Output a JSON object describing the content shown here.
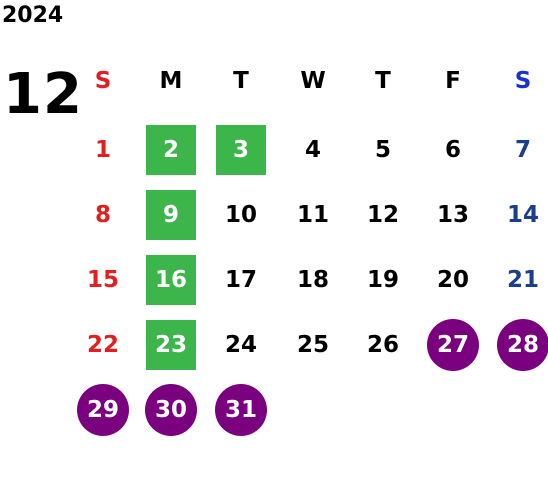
{
  "calendar": {
    "year": "2024",
    "month": "12",
    "weekdays": [
      {
        "label": "S",
        "color": "#e02020"
      },
      {
        "label": "M",
        "color": "#000000"
      },
      {
        "label": "T",
        "color": "#000000"
      },
      {
        "label": "W",
        "color": "#000000"
      },
      {
        "label": "T",
        "color": "#000000"
      },
      {
        "label": "F",
        "color": "#000000"
      },
      {
        "label": "S",
        "color": "#1a33cc"
      }
    ],
    "highlight_colors": {
      "green": "#3cb54a",
      "purple": "#7a0080"
    },
    "weeks": [
      [
        {
          "d": "1",
          "s": "sun"
        },
        {
          "d": "2",
          "s": "green"
        },
        {
          "d": "3",
          "s": "green"
        },
        {
          "d": "4"
        },
        {
          "d": "5"
        },
        {
          "d": "6"
        },
        {
          "d": "7",
          "s": "sat"
        }
      ],
      [
        {
          "d": "8",
          "s": "sun"
        },
        {
          "d": "9",
          "s": "green"
        },
        {
          "d": "10"
        },
        {
          "d": "11"
        },
        {
          "d": "12"
        },
        {
          "d": "13"
        },
        {
          "d": "14",
          "s": "sat"
        }
      ],
      [
        {
          "d": "15",
          "s": "sun"
        },
        {
          "d": "16",
          "s": "green"
        },
        {
          "d": "17"
        },
        {
          "d": "18"
        },
        {
          "d": "19"
        },
        {
          "d": "20"
        },
        {
          "d": "21",
          "s": "sat"
        }
      ],
      [
        {
          "d": "22",
          "s": "sun"
        },
        {
          "d": "23",
          "s": "green"
        },
        {
          "d": "24"
        },
        {
          "d": "25"
        },
        {
          "d": "26"
        },
        {
          "d": "27",
          "s": "purple"
        },
        {
          "d": "28",
          "s": "purple"
        }
      ],
      [
        {
          "d": "29",
          "s": "purple"
        },
        {
          "d": "30",
          "s": "purple"
        },
        {
          "d": "31",
          "s": "purple"
        }
      ]
    ]
  }
}
